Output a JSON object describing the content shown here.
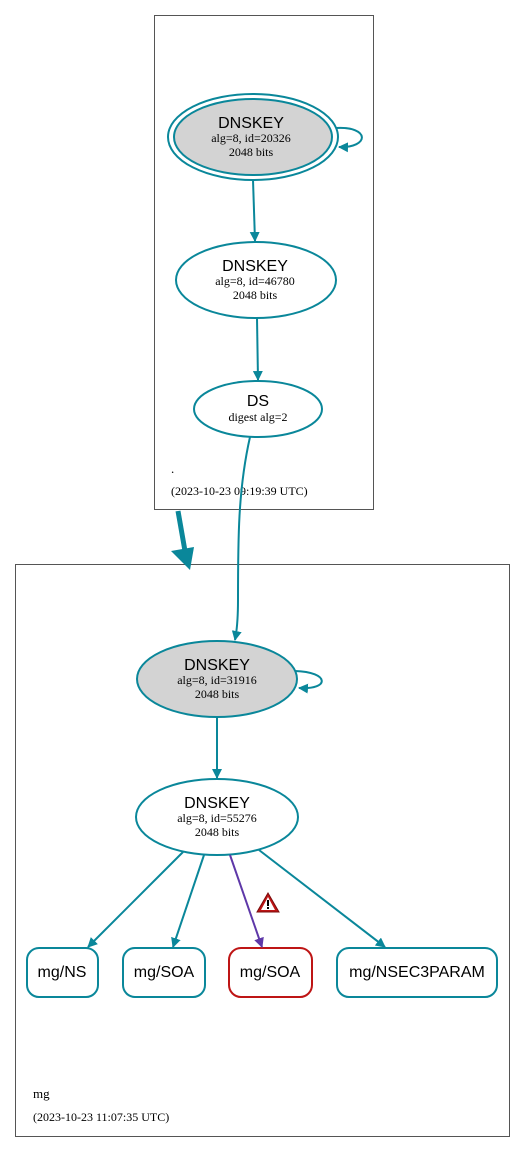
{
  "zones": {
    "root": {
      "name": ".",
      "timestamp": "(2023-10-23 09:19:39 UTC)"
    },
    "mg": {
      "name": "mg",
      "timestamp": "(2023-10-23 11:07:35 UTC)"
    }
  },
  "nodes": {
    "root_ksk": {
      "title": "DNSKEY",
      "line1": "alg=8, id=20326",
      "line2": "2048 bits"
    },
    "root_zsk": {
      "title": "DNSKEY",
      "line1": "alg=8, id=46780",
      "line2": "2048 bits"
    },
    "ds": {
      "title": "DS",
      "line1": "digest alg=2"
    },
    "mg_ksk": {
      "title": "DNSKEY",
      "line1": "alg=8, id=31916",
      "line2": "2048 bits"
    },
    "mg_zsk": {
      "title": "DNSKEY",
      "line1": "alg=8, id=55276",
      "line2": "2048 bits"
    },
    "mg_ns": {
      "label": "mg/NS"
    },
    "mg_soa": {
      "label": "mg/SOA"
    },
    "mg_soa_err": {
      "label": "mg/SOA"
    },
    "mg_nsec3param": {
      "label": "mg/NSEC3PARAM"
    }
  },
  "icons": {
    "warning": "warning-triangle-icon"
  },
  "colors": {
    "edge": "#0a879a",
    "ksk_fill": "#d3d3d3",
    "error": "#be1515",
    "warn_edge": "#5e38a8",
    "border": "#555555"
  }
}
